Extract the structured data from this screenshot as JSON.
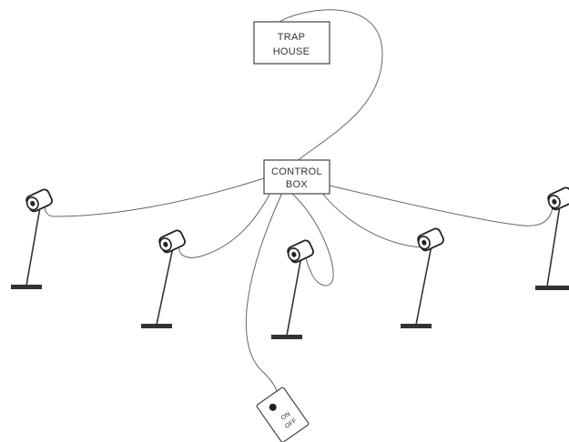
{
  "trap_house": {
    "line1": "TRAP",
    "line2": "HOUSE"
  },
  "control_box": {
    "line1": "CONTROL",
    "line2": "BOX"
  },
  "switch": {
    "line1": "ON",
    "line2": "OFF"
  },
  "microphones": [
    {
      "id": "mic-1"
    },
    {
      "id": "mic-2"
    },
    {
      "id": "mic-3"
    },
    {
      "id": "mic-4"
    },
    {
      "id": "mic-5"
    }
  ]
}
